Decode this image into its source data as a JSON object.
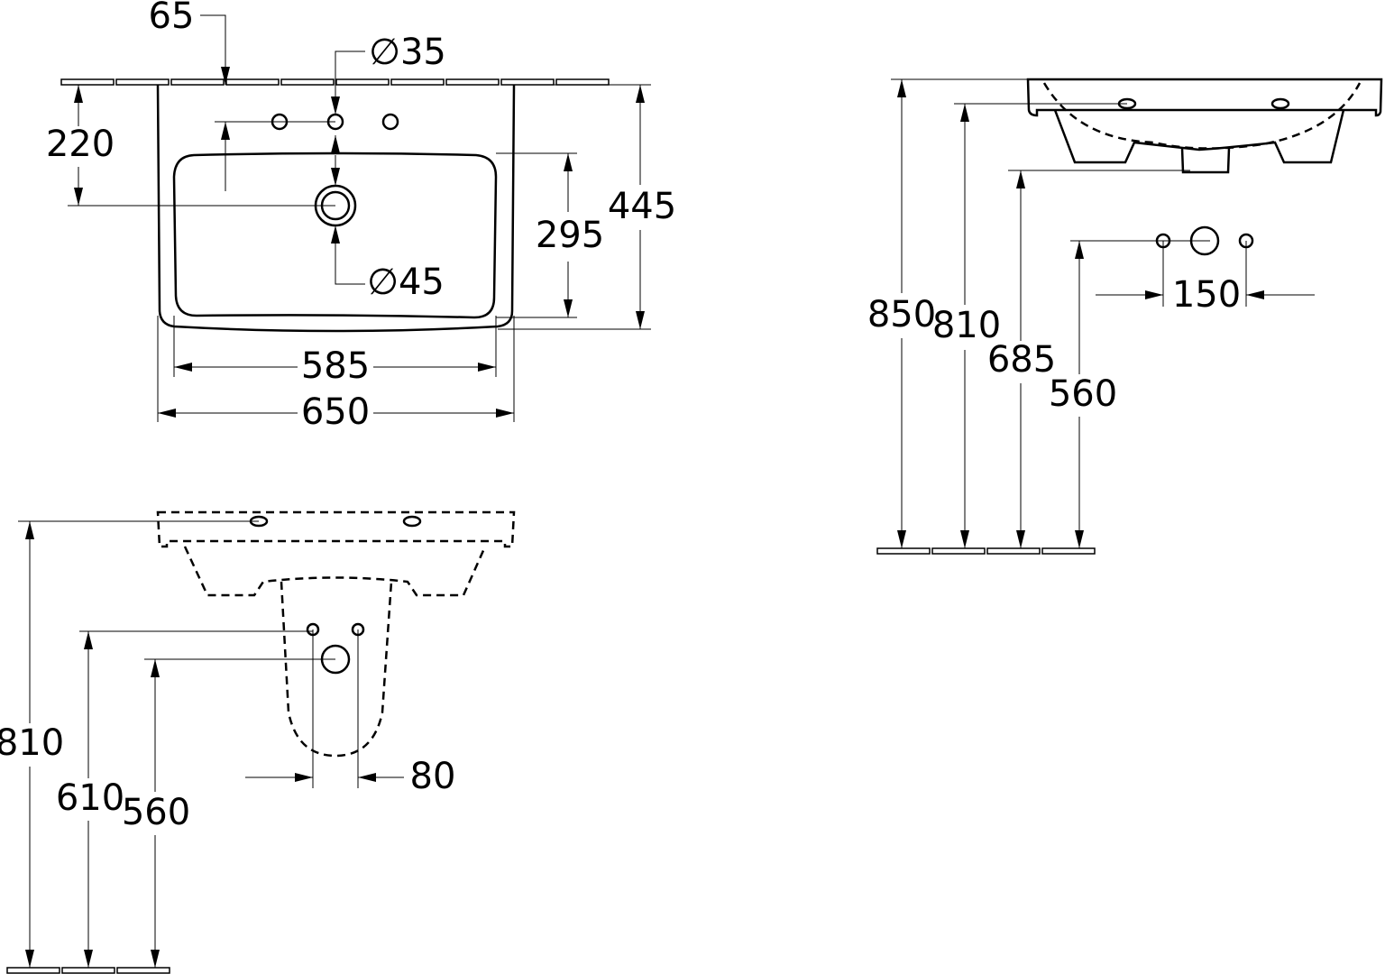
{
  "title": "Washbasin dimension drawing",
  "top_view": {
    "dim_tap_offset": "65",
    "dim_tap_hole": "∅35",
    "dim_drain_depth": "220",
    "dim_drain": "∅45",
    "dim_bowl_depth": "295",
    "dim_total_depth": "445",
    "dim_bowl_width": "585",
    "dim_total_width": "650"
  },
  "side_view": {
    "dim_rim_height": "850",
    "dim_overflow_height": "810",
    "dim_bottom_height": "685",
    "dim_supply_height": "560",
    "dim_supply_spacing": "150"
  },
  "front_view": {
    "dim_overflow_height": "810",
    "dim_supply_height": "610",
    "dim_waste_height": "560",
    "dim_supply_spacing": "80"
  }
}
